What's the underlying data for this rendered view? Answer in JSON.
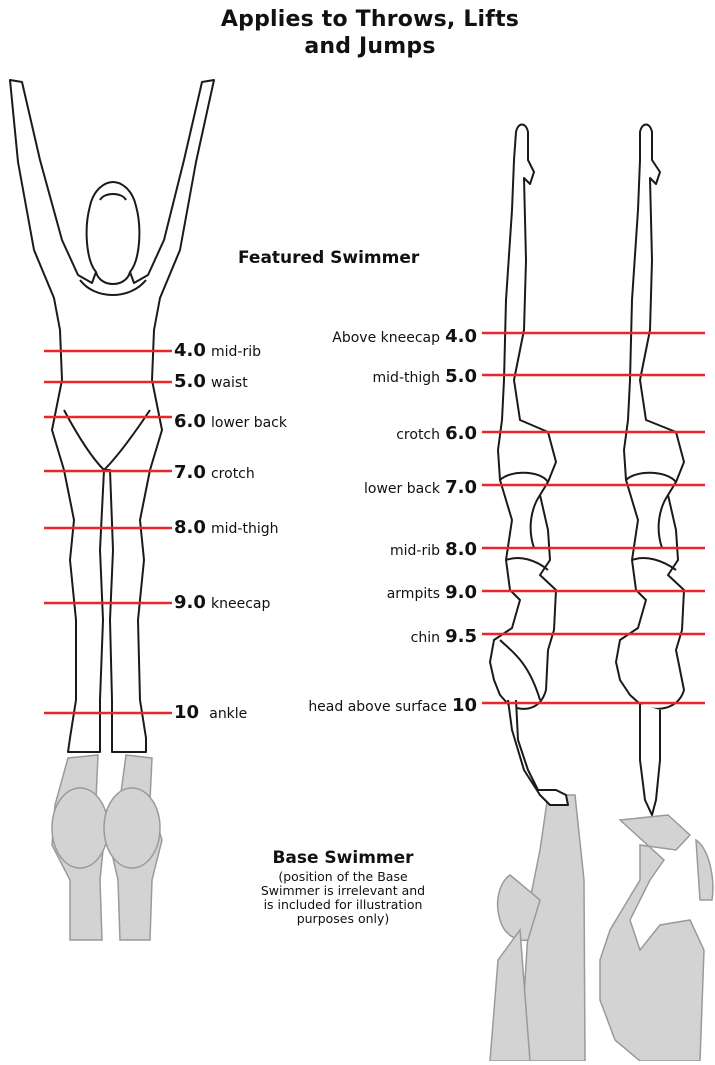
{
  "title_line1": "Applies to Throws, Lifts",
  "title_line2": "and Jumps",
  "featured_label": "Featured Swimmer",
  "base_label": "Base Swimmer",
  "base_note": [
    "(position of the Base",
    "Swimmer is irrelevant and",
    "is included for illustration",
    "purposes only)"
  ],
  "line_color": "#e8262b",
  "left_scale": [
    {
      "score": "4.0",
      "label": "mid-rib"
    },
    {
      "score": "5.0",
      "label": "waist"
    },
    {
      "score": "6.0",
      "label": "lower back"
    },
    {
      "score": "7.0",
      "label": "crotch"
    },
    {
      "score": "8.0",
      "label": "mid-thigh"
    },
    {
      "score": "9.0",
      "label": "kneecap"
    },
    {
      "score": "10",
      "label": "ankle"
    }
  ],
  "right_scale": [
    {
      "score": "4.0",
      "label": "Above kneecap"
    },
    {
      "score": "5.0",
      "label": "mid-thigh"
    },
    {
      "score": "6.0",
      "label": "crotch"
    },
    {
      "score": "7.0",
      "label": "lower back"
    },
    {
      "score": "8.0",
      "label": "mid-rib"
    },
    {
      "score": "9.0",
      "label": "armpits"
    },
    {
      "score": "9.5",
      "label": "chin"
    },
    {
      "score": "10",
      "label": "head above surface"
    }
  ]
}
